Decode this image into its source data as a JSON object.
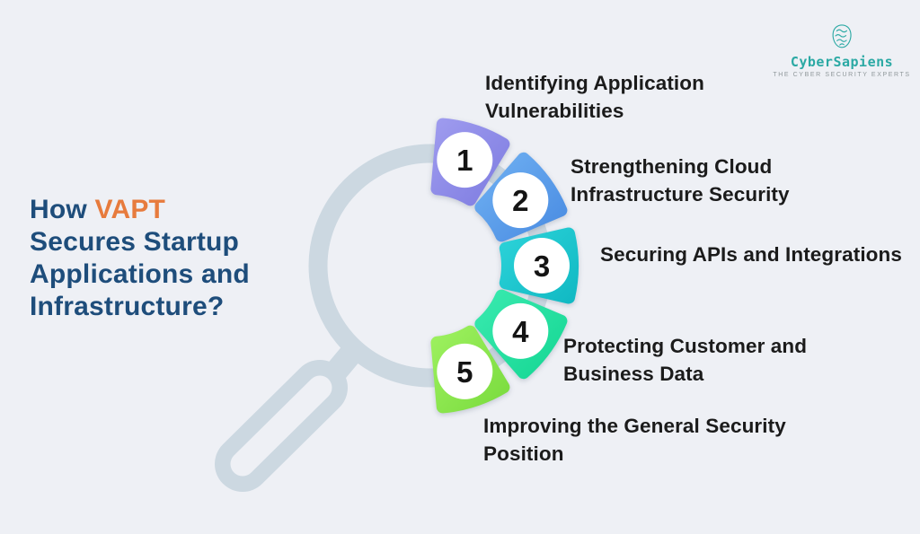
{
  "background": "#eef0f5",
  "label_color": "#1b1b1b",
  "title": {
    "prefix": "How",
    "highlight": "VAPT",
    "line2": "Secures Startup",
    "line3": "Applications and",
    "line4": "Infrastructure?",
    "prefix_color": "#1e4d7b",
    "highlight_color": "#e77b3d"
  },
  "logo": {
    "name": "CyberSapiens",
    "tagline": "THE CYBER SECURITY EXPERTS",
    "color": "#2ba9a4",
    "tagline_color": "#90989b"
  },
  "magnifier": {
    "ring_color": "#ccd8e1"
  },
  "segments": [
    {
      "number": "1",
      "color_start": "#9d9aee",
      "color_end": "#7f7de1",
      "label_line1": "Identifying Application",
      "label_line2": "Vulnerabilities"
    },
    {
      "number": "2",
      "color_start": "#6fb0f2",
      "color_end": "#4a8ce2",
      "label_line1": "Strengthening Cloud",
      "label_line2": "Infrastructure Security"
    },
    {
      "number": "3",
      "color_start": "#2bd2d8",
      "color_end": "#12bac4",
      "label_line1": "Securing APIs and Integrations",
      "label_line2": ""
    },
    {
      "number": "4",
      "color_start": "#38e9ae",
      "color_end": "#16d794",
      "label_line1": "Protecting Customer and",
      "label_line2": "Business Data"
    },
    {
      "number": "5",
      "color_start": "#9cf05e",
      "color_end": "#7bdc3f",
      "label_line1": "Improving the General Security",
      "label_line2": "Position"
    }
  ]
}
